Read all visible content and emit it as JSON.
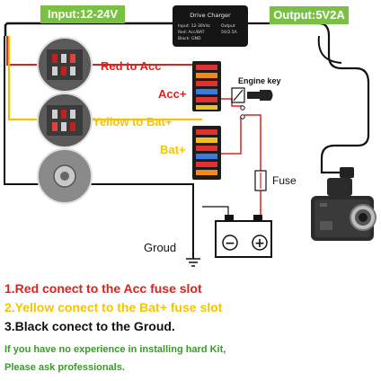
{
  "tags": {
    "input": "Input:12-24V",
    "output": "Output:5V2A"
  },
  "charger": {
    "title": "Drive Charger",
    "left_lines": [
      "Input: 12-30Vdc",
      "Red: Acc/BAT",
      "Black: GND"
    ],
    "right_lines": [
      "Output",
      "5V/2.5A"
    ]
  },
  "labels": {
    "red_to_acc": "Red to Acc",
    "yellow_to_bat": "Yellow to Bat+",
    "acc_plus": "Acc+",
    "bat_plus": "Bat+",
    "engine_key": "Engine key",
    "fuse": "Fuse",
    "groud": "Groud"
  },
  "battery": {
    "minus": "−",
    "plus": "+"
  },
  "instructions": {
    "line1": "1.Red conect to the Acc fuse slot",
    "line2": "2.Yellow conect to the Bat+ fuse slot",
    "line3": "3.Black conect to the Groud.",
    "line4": "If you have no experience in installing hard Kit,",
    "line5": "Please ask professionals."
  },
  "colors": {
    "tag_green": "#7ac143",
    "red": "#e0201c",
    "yellow": "#f5c400",
    "instruction_green": "#3a9a2a"
  }
}
